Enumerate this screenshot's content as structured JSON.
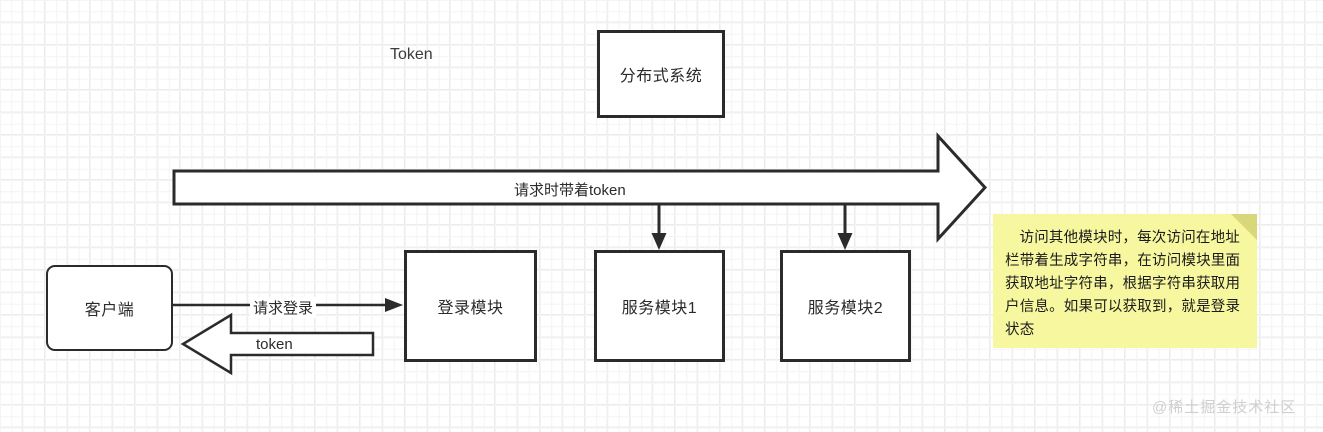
{
  "diagram": {
    "title_label": "Token",
    "background": {
      "grid_color": "#ececec",
      "page_color": "#ffffff"
    },
    "nodes": [
      {
        "id": "distributed-system",
        "label": "分布式系统"
      },
      {
        "id": "client",
        "label": "客户端"
      },
      {
        "id": "login-module",
        "label": "登录模块"
      },
      {
        "id": "service-module-1",
        "label": "服务模块1"
      },
      {
        "id": "service-module-2",
        "label": "服务模块2"
      }
    ],
    "edges": [
      {
        "id": "request-with-token",
        "label": "请求时带着token"
      },
      {
        "id": "request-login",
        "label": "请求登录"
      },
      {
        "id": "token-return",
        "label": "token"
      }
    ],
    "note": {
      "text": "访问其他模块时，每次访问在地址栏带着生成字符串，在访问模块里面获取地址字符串，根据字符串获取用户信息。如果可以获取到，就是登录状态",
      "fill": "#f7f79f",
      "fold_color": "#d8d87a"
    },
    "watermark": {
      "text": "@稀土掘金技术社区"
    },
    "stroke_color": "#2b2b2b"
  }
}
